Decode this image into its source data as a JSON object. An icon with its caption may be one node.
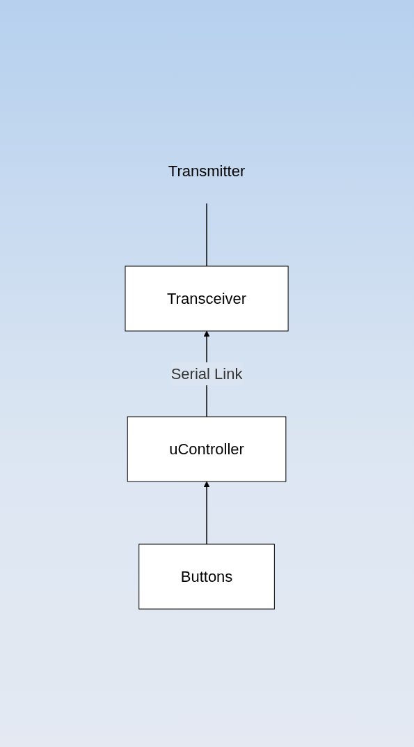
{
  "diagram": {
    "nodes": [
      {
        "text": [
          "Transmitter"
        ]
      },
      {
        "text": [
          "Transceiver"
        ]
      },
      {
        "text": [
          "uController"
        ]
      },
      {
        "text": [
          "Buttons"
        ]
      }
    ],
    "edges": [
      {
        "from": 1,
        "to": 0,
        "arrow": "none"
      },
      {
        "from": 2,
        "to": 1,
        "arrow": "to",
        "label": "Serial Link"
      },
      {
        "from": 3,
        "to": 2,
        "arrow": "to"
      }
    ]
  }
}
